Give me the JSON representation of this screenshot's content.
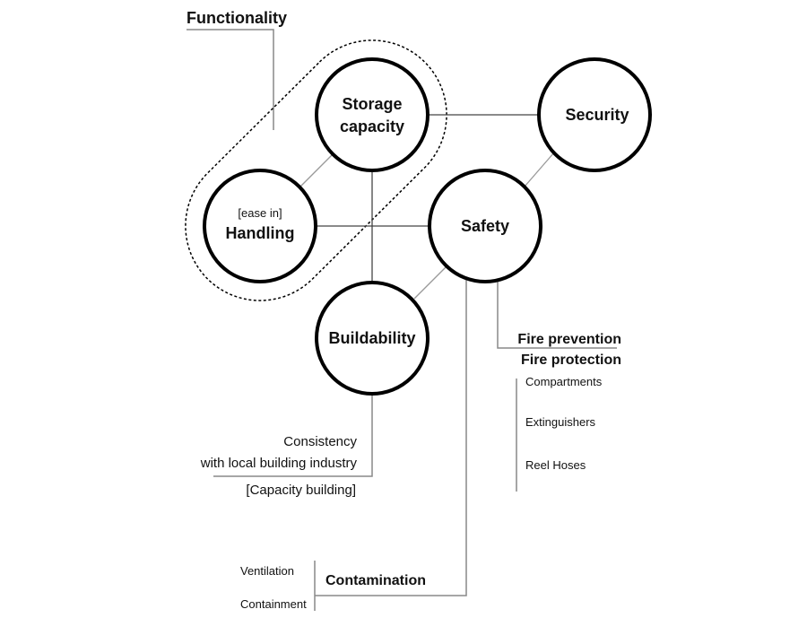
{
  "group_label": "Functionality",
  "nodes": {
    "storage": {
      "line1": "Storage",
      "line2": "capacity"
    },
    "security": {
      "label": "Security"
    },
    "handling": {
      "prefix": "[ease in]",
      "label": "Handling"
    },
    "safety": {
      "label": "Safety"
    },
    "buildability": {
      "label": "Buildability"
    }
  },
  "fire": {
    "prevention": "Fire prevention",
    "protection": "Fire protection",
    "items": [
      "Compartments",
      "Extinguishers",
      "Reel Hoses"
    ]
  },
  "buildability_notes": {
    "line1": "Consistency",
    "line2": "with local building industry",
    "line3": "[Capacity building]"
  },
  "contamination": {
    "label": "Contamination",
    "items": [
      "Ventilation",
      "Containment"
    ]
  }
}
